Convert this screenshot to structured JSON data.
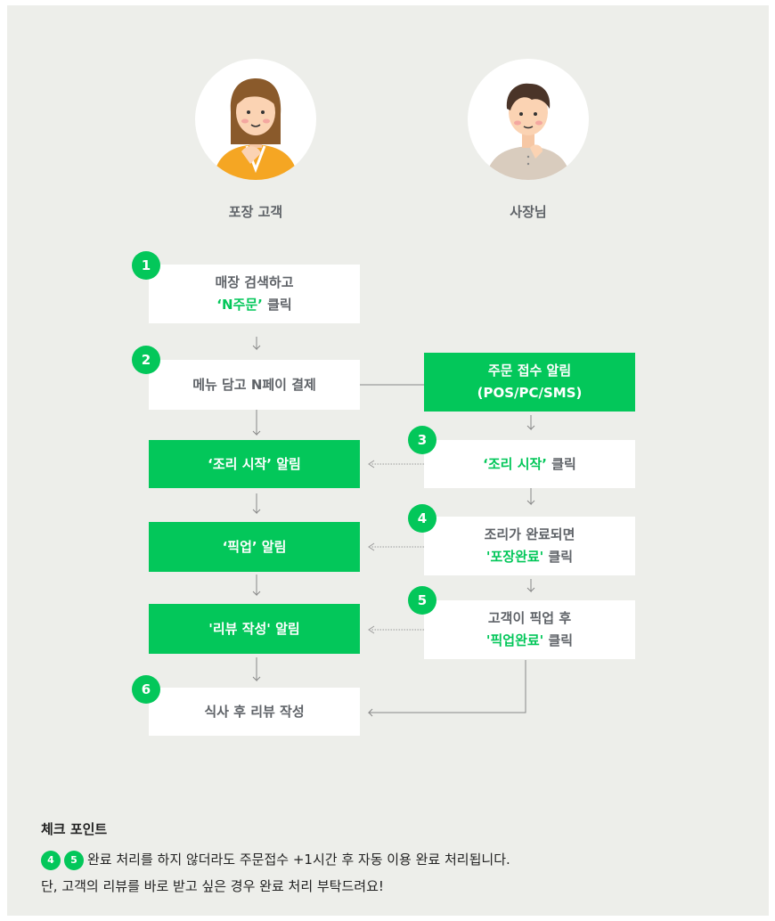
{
  "roles": {
    "customer": "포장 고객",
    "owner": "사장님"
  },
  "steps": {
    "s1": {
      "num": "1",
      "line1": "매장 검색하고",
      "line2_accent": "‘N주문’",
      "line2_rest": " 클릭"
    },
    "s2": {
      "num": "2",
      "label": "메뉴 담고 N페이 결제"
    },
    "order_alert": {
      "line1": "주문 접수 알림",
      "line2": "(POS/PC/SMS)"
    },
    "cook_alert": {
      "label": "‘조리 시작’ 알림"
    },
    "s3": {
      "num": "3",
      "accent": "‘조리 시작’",
      "rest": " 클릭"
    },
    "pickup_alert": {
      "label": "‘픽업’ 알림"
    },
    "s4": {
      "num": "4",
      "line1": "조리가 완료되면",
      "line2_accent": "'포장완료'",
      "line2_rest": " 클릭"
    },
    "review_alert": {
      "label": "'리뷰 작성' 알림"
    },
    "s5": {
      "num": "5",
      "line1": "고객이 픽업 후",
      "line2_accent": "'픽업완료'",
      "line2_rest": " 클릭"
    },
    "s6": {
      "num": "6",
      "label": "식사 후 리뷰 작성"
    }
  },
  "note": {
    "title": "체크 포인트",
    "badge1": "4",
    "badge2": "5",
    "line1": "완료 처리를 하지 않더라도 주문접수 +1시간 후 자동 이용 완료 처리됩니다.",
    "line2": "단, 고객의 리뷰를 바로 받고 싶은 경우 완료 처리 부탁드려요!"
  },
  "colors": {
    "accent": "#03c75a",
    "panel": "#edeeea",
    "text_gray": "#5f6368"
  }
}
